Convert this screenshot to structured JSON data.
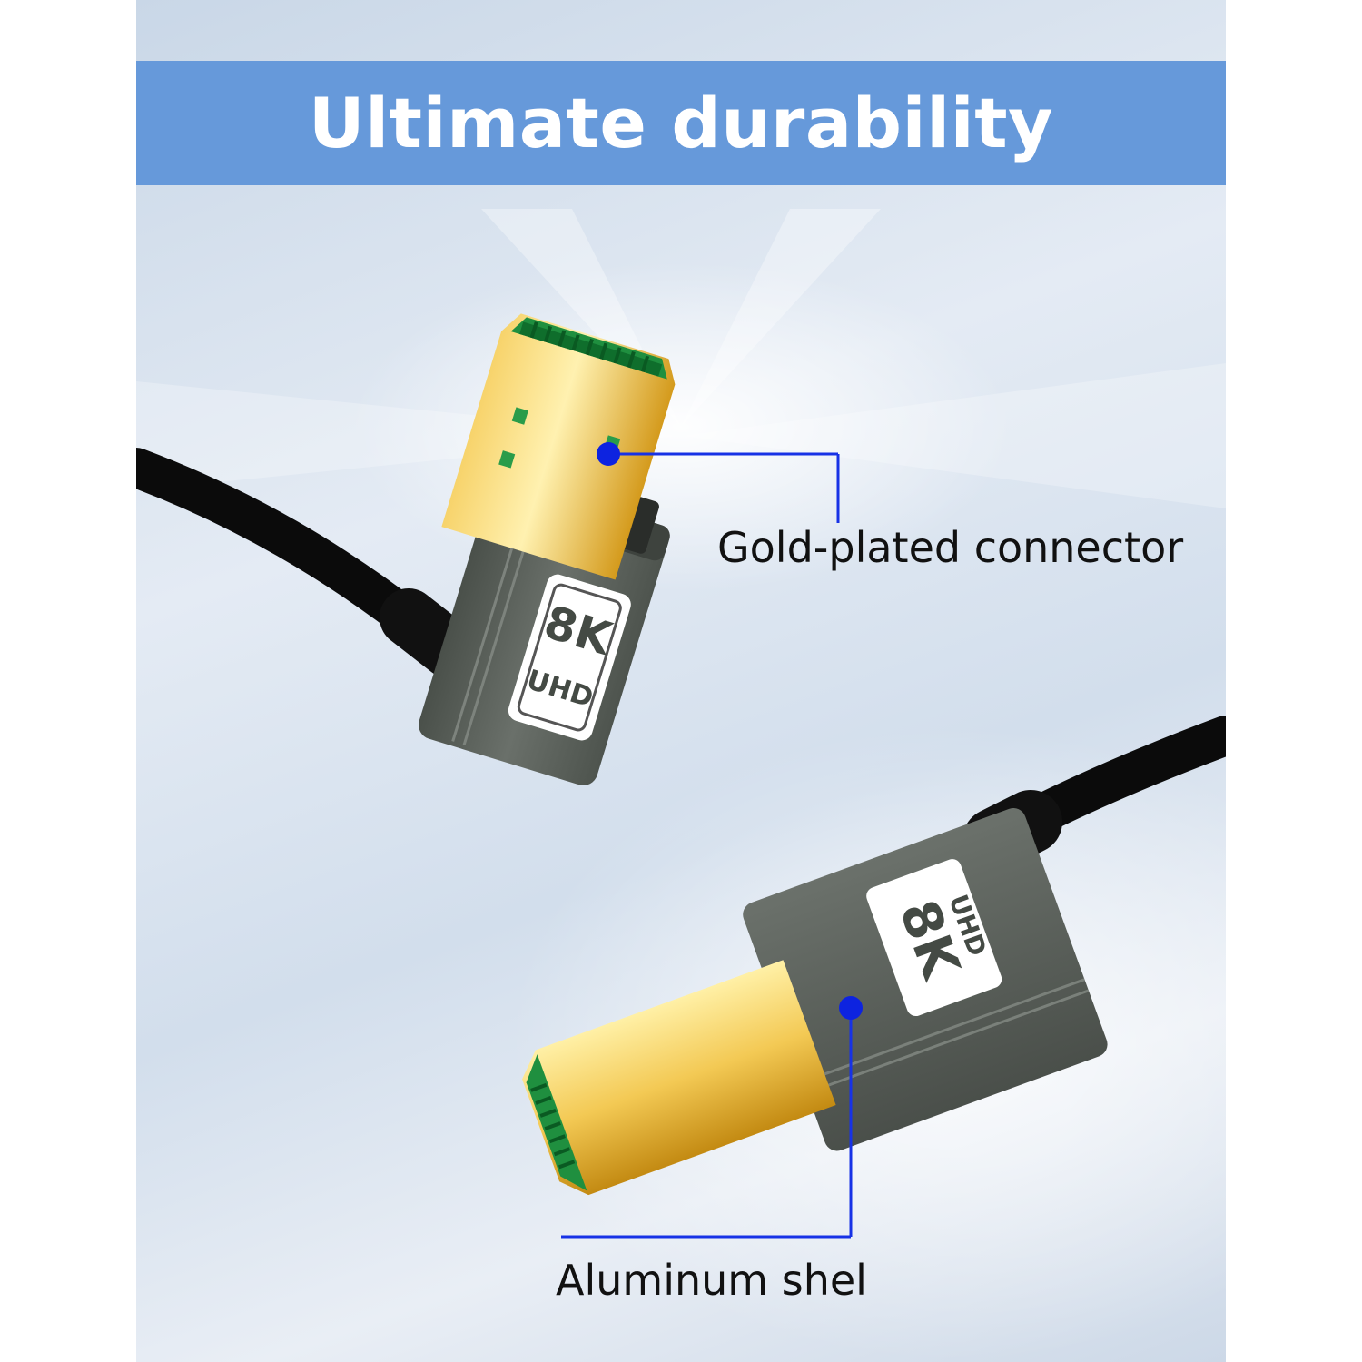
{
  "banner": {
    "title": "Ultimate durability"
  },
  "callouts": {
    "gold": {
      "label": "Gold-plated connector"
    },
    "shell": {
      "label": "Aluminum shel"
    }
  },
  "badges": {
    "top": {
      "big": "8K",
      "small": "UHD"
    },
    "bottom": {
      "big": "8K",
      "small": "UHD"
    }
  },
  "colors": {
    "banner": "#6699da",
    "callout_line": "#1732e6",
    "gold": "#e8b93a",
    "shell": "#5b615b",
    "contacts": "#1a8a3a"
  }
}
